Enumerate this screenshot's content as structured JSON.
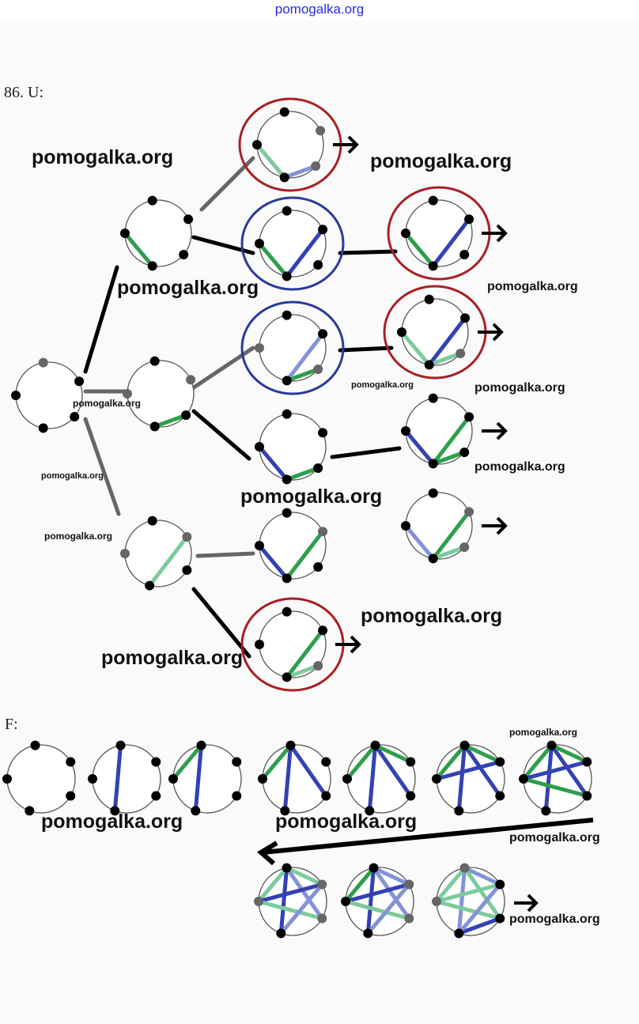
{
  "header": {
    "site": "pomogalka.org"
  },
  "sections": {
    "u_label": "86. U:",
    "f_label": "F:"
  },
  "watermarks": [
    "pomogalka.org",
    "pomogalka.org",
    "pomogalka.org",
    "pomogalka.org",
    "pomogalka.org",
    "pomogalka.org",
    "pomogalka.org",
    "pomogalka.org",
    "pomogalka.org",
    "pomogalka.org",
    "pomogalka.org",
    "pomogalka.org",
    "pomogalka.org",
    "pomogalka.org",
    "pomogalka.org",
    "pomogalka.org",
    "pomogalka.org",
    "pomogalka.org"
  ],
  "colors": {
    "green": "#2e9e4c",
    "blue": "#3341b3",
    "light_green": "#7ccb9c",
    "light_blue": "#8393d6",
    "red": "#a82025",
    "outline_blue": "#2c3a9a"
  }
}
